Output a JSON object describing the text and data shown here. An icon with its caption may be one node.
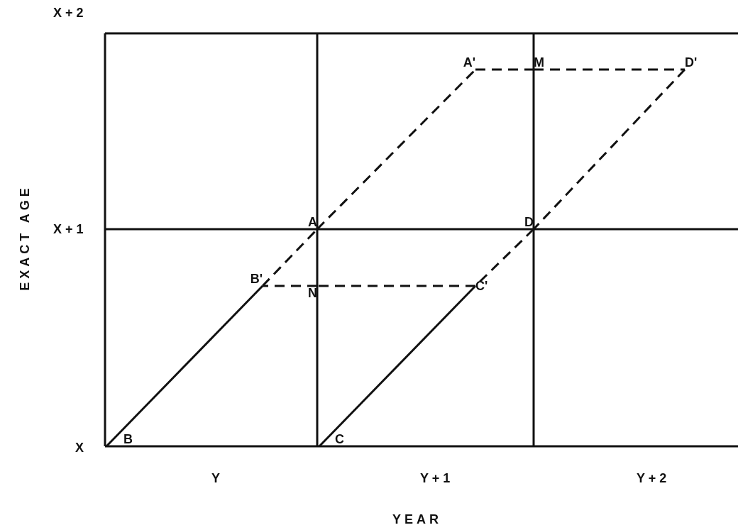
{
  "diagram": {
    "nodes": [
      {
        "text": [
          "A'"
        ]
      },
      {
        "text": [
          "M"
        ]
      },
      {
        "text": [
          "D'"
        ]
      },
      {
        "text": [
          "A"
        ]
      },
      {
        "text": [
          "D"
        ]
      },
      {
        "text": [
          "B'"
        ]
      },
      {
        "text": [
          "N"
        ]
      },
      {
        "text": [
          "C'"
        ]
      },
      {
        "text": [
          "B"
        ]
      },
      {
        "text": [
          "C"
        ]
      }
    ],
    "edges": [
      {
        "from": 8,
        "to": 5,
        "arrow": "none"
      },
      {
        "from": 5,
        "to": 3,
        "arrow": "none",
        "style": "dashed"
      },
      {
        "from": 3,
        "to": 0,
        "arrow": "none",
        "style": "dashed"
      },
      {
        "from": 0,
        "to": 1,
        "arrow": "none",
        "style": "dashed"
      },
      {
        "from": 1,
        "to": 2,
        "arrow": "none",
        "style": "dashed"
      },
      {
        "from": 2,
        "to": 4,
        "arrow": "none",
        "style": "dashed"
      },
      {
        "from": 4,
        "to": 7,
        "arrow": "none",
        "style": "dashed"
      },
      {
        "from": 7,
        "to": 6,
        "arrow": "none",
        "style": "dashed"
      },
      {
        "from": 6,
        "to": 5,
        "arrow": "none",
        "style": "dashed"
      },
      {
        "from": 9,
        "to": 7,
        "arrow": "none"
      }
    ],
    "labels": [
      "X + 2",
      "EXACT AGE",
      "X + 1",
      "X",
      "Y",
      "Y + 1",
      "Y + 2",
      "YEAR"
    ]
  }
}
